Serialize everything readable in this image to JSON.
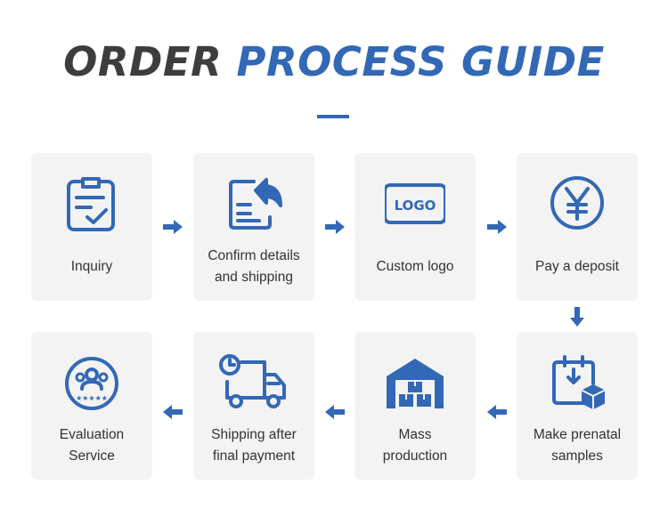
{
  "title": {
    "part1": "ORDER",
    "part2": "PROCESS GUIDE"
  },
  "colors": {
    "accent": "#3268b5",
    "title_dark": "#3d3d3d",
    "card_bg": "#f3f3f3",
    "text": "#333333"
  },
  "steps": [
    {
      "label": "Inquiry",
      "icon": "clipboard-check-icon"
    },
    {
      "label": "Confirm details\nand shipping",
      "icon": "document-reply-icon"
    },
    {
      "label": "Custom logo",
      "icon": "logo-badge-icon",
      "badge_text": "LOGO"
    },
    {
      "label": "Pay a deposit",
      "icon": "yen-coin-icon"
    },
    {
      "label": "Make prenatal\nsamples",
      "icon": "calendar-box-icon"
    },
    {
      "label": "Mass\nproduction",
      "icon": "warehouse-icon"
    },
    {
      "label": "Shipping after\nfinal payment",
      "icon": "delivery-truck-icon"
    },
    {
      "label": "Evaluation\nService",
      "icon": "users-rating-icon",
      "rating_text": "★★★★★"
    }
  ]
}
